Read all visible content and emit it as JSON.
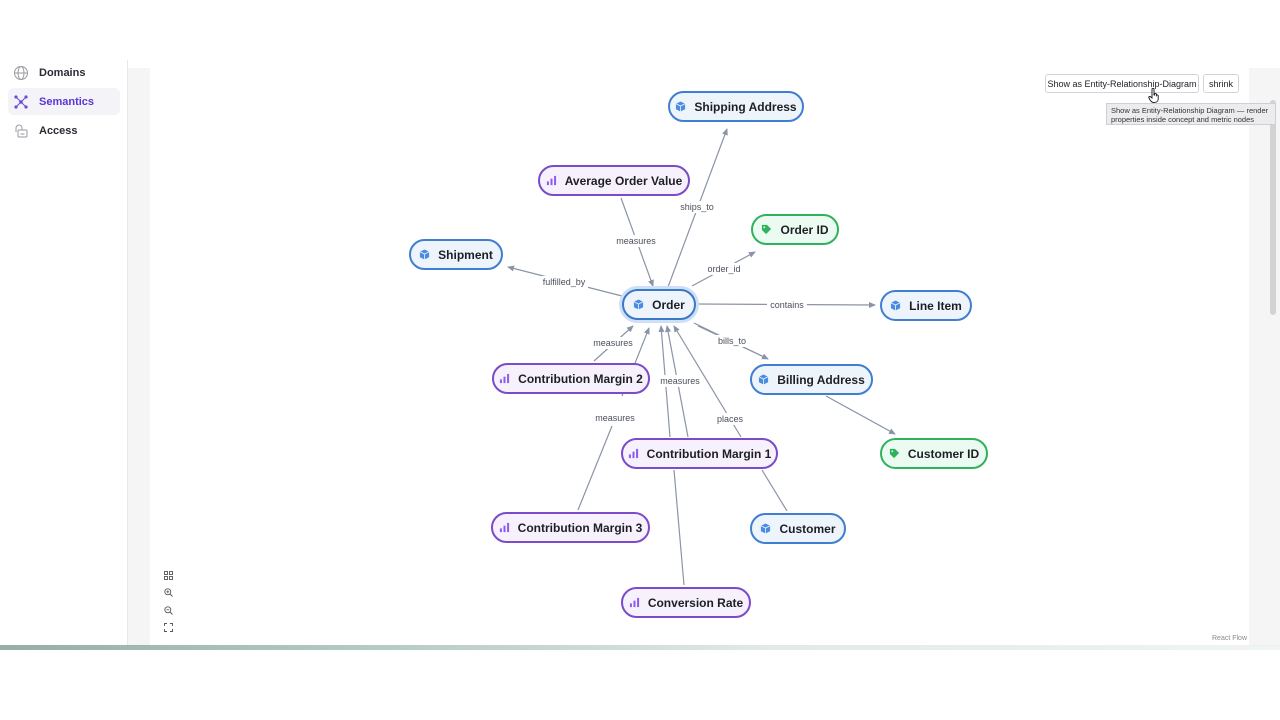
{
  "sidebar": {
    "items": [
      {
        "label": "Domains",
        "icon": "globe-icon",
        "active": false
      },
      {
        "label": "Semantics",
        "icon": "network-icon",
        "active": true
      },
      {
        "label": "Access",
        "icon": "lock-icon",
        "active": false
      }
    ]
  },
  "toolbar": {
    "erd_label": "Show as Entity-Relationship-Diagram",
    "shrink_label": "shrink",
    "tooltip": "Show as Entity-Relationship Diagram — render properties inside concept and metric nodes"
  },
  "graph": {
    "nodes": {
      "shipping_address": "Shipping Address",
      "average_order_value": "Average Order Value",
      "order_id": "Order ID",
      "shipment": "Shipment",
      "order": "Order",
      "line_item": "Line Item",
      "contribution_margin_2": "Contribution Margin 2",
      "billing_address": "Billing Address",
      "customer_id": "Customer ID",
      "contribution_margin_1": "Contribution Margin 1",
      "contribution_margin_3": "Contribution Margin 3",
      "customer": "Customer",
      "conversion_rate": "Conversion Rate"
    },
    "edge_labels": {
      "ships_to": "ships_to",
      "measures_aov": "measures",
      "order_id": "order_id",
      "fulfilled_by": "fulfilled_by",
      "contains": "contains",
      "bills_to": "bills_to",
      "measures_cm2": "measures",
      "measures_cm1": "measures",
      "measures_cm3": "measures",
      "places": "places"
    }
  },
  "credit": "React Flow",
  "colors": {
    "concept": "#3f7ed1",
    "metric": "#7b4bc8",
    "property": "#2fb25c",
    "edge": "#8a94a6",
    "accent": "#5b35d5"
  }
}
